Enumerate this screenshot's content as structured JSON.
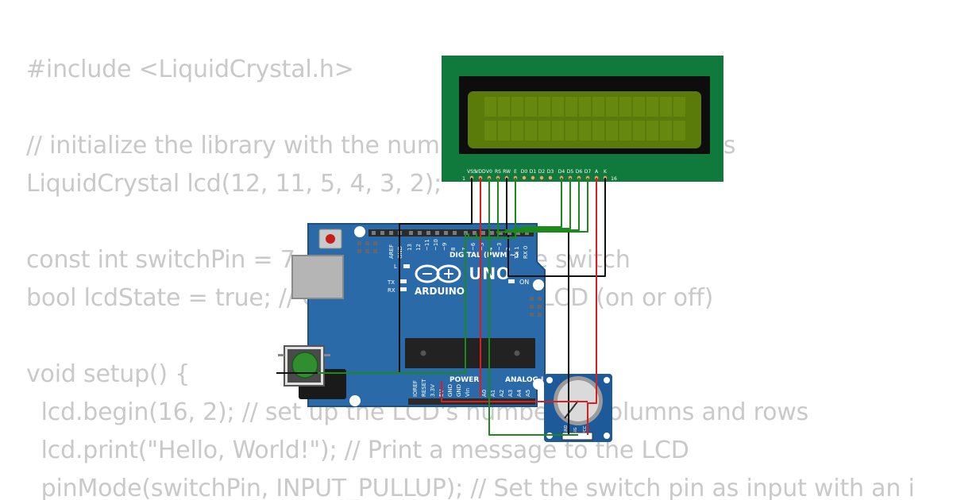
{
  "code_lines": [
    "#include <LiquidCrystal.h>",
    "// initialize the library with the numbers of the interface pins",
    "LiquidCrystal lcd(12, 11, 5, 4, 3, 2);",
    "const int switchPin = 7; // the number of the switch",
    "bool lcdState = true; // Current state of the LCD (on or off)",
    "void setup() {",
    "  lcd.begin(16, 2); // set up the LCD's number of columns and rows",
    "  lcd.print(\"Hello, World!\"); // Print a message to the LCD",
    "  pinMode(switchPin, INPUT_PULLUP); // Set the switch pin as input with an i"
  ],
  "lcd": {
    "pin_labels": [
      "VSS",
      "VDD",
      "V0",
      "RS",
      "RW",
      "E",
      "D0",
      "D1",
      "D2",
      "D3",
      "D4",
      "D5",
      "D6",
      "D7",
      "A",
      "K"
    ],
    "pin_first": "1",
    "pin_last": "16",
    "board_color": "#0f7a3c",
    "screen_color": "#5a7a0a"
  },
  "arduino": {
    "brand": "ARDUINO",
    "model": "UNO",
    "digital_label": "DIGITAL (PWM ~)",
    "power_label": "POWER",
    "analog_label": "ANALOG IN",
    "aref_label": "AREF",
    "gnd_label": "GND",
    "on_label": "ON",
    "l_label": "L",
    "tx_label": "TX",
    "rx_label": "RX",
    "digital_pins": [
      "13",
      "12",
      "~11",
      "~10",
      "~9",
      "8",
      "7",
      "~6",
      "~5",
      "4",
      "~3",
      "2",
      "TX 1",
      "RX 0"
    ],
    "power_pins": [
      "IOREF",
      "RESET",
      "3.3V",
      "5V",
      "GND",
      "GND",
      "Vin"
    ],
    "analog_pins": [
      "A0",
      "A1",
      "A2",
      "A3",
      "A4",
      "A5"
    ],
    "board_color": "#2a6aa8"
  },
  "potentiometer": {
    "pin_labels": [
      "GND",
      "SIG",
      "VCC"
    ]
  },
  "wire_colors": {
    "black": "#111111",
    "red": "#d91e1e",
    "green": "#1a8a1a"
  }
}
